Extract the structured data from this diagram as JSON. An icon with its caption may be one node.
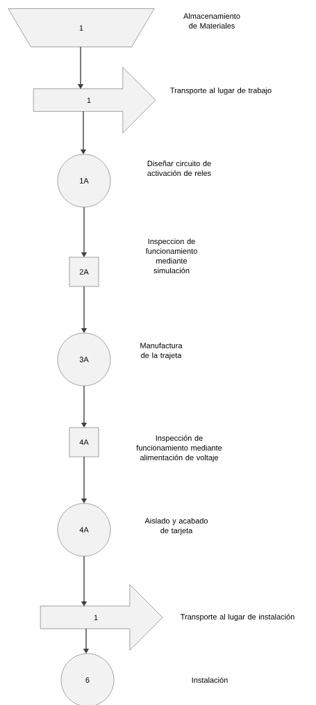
{
  "diagram": {
    "nodes": [
      {
        "text": [
          "1"
        ],
        "beside": [
          "Almacenamiento de Materiales"
        ]
      },
      {
        "text": [
          "1"
        ],
        "beside": [
          "Transporte al lugar de trabajo"
        ]
      },
      {
        "text": [
          "1A"
        ]
      },
      {
        "text": [
          "2A"
        ]
      },
      {
        "text": [
          "3A"
        ],
        "beside": [
          "Manufactura de la trajeta"
        ]
      },
      {
        "text": [
          "4A"
        ]
      },
      {
        "text": [
          "4A"
        ]
      },
      {
        "text": [
          "1"
        ],
        "beside": [
          "Transporte al lugar de instalación"
        ]
      },
      {
        "text": [
          "6"
        ]
      }
    ],
    "edges": [
      {
        "from": 0,
        "to": 1,
        "arrow": "to"
      },
      {
        "from": 1,
        "to": 2,
        "arrow": "to"
      },
      {
        "from": 2,
        "to": 3,
        "arrow": "to"
      },
      {
        "from": 3,
        "to": 4,
        "arrow": "to"
      },
      {
        "from": 4,
        "to": 5,
        "arrow": "to"
      },
      {
        "from": 5,
        "to": 6,
        "arrow": "to"
      },
      {
        "from": 6,
        "to": 7,
        "arrow": "to"
      },
      {
        "from": 7,
        "to": 8,
        "arrow": "to"
      }
    ],
    "labels": [
      "Diseñar circuito de activación de reles",
      "Inspeccion de funcionamiento mediante simulación",
      "Inspección de funcionamiento mediante alimentación de voltaje",
      "Aislado y acabado de tarjeta",
      "Instalación"
    ]
  }
}
